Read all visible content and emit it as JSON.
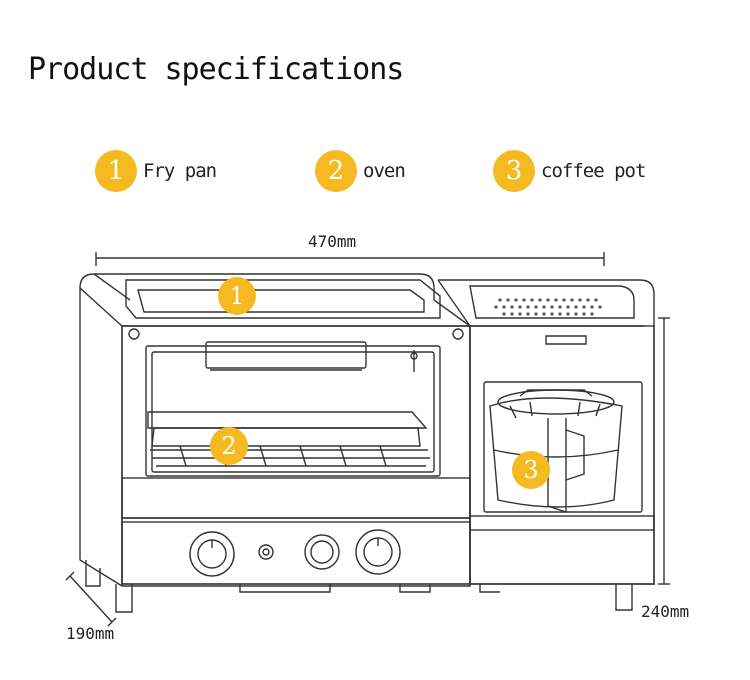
{
  "title": "Product specifications",
  "legend": [
    {
      "number": "1",
      "label": "Fry pan"
    },
    {
      "number": "2",
      "label": "oven"
    },
    {
      "number": "3",
      "label": "coffee pot"
    }
  ],
  "dimensions": {
    "width": "470mm",
    "depth": "190mm",
    "height": "240mm"
  },
  "markers": {
    "fry_pan": "1",
    "oven": "2",
    "coffee_pot": "3"
  },
  "colors": {
    "badge": "#f5b921",
    "line": "#333333"
  }
}
